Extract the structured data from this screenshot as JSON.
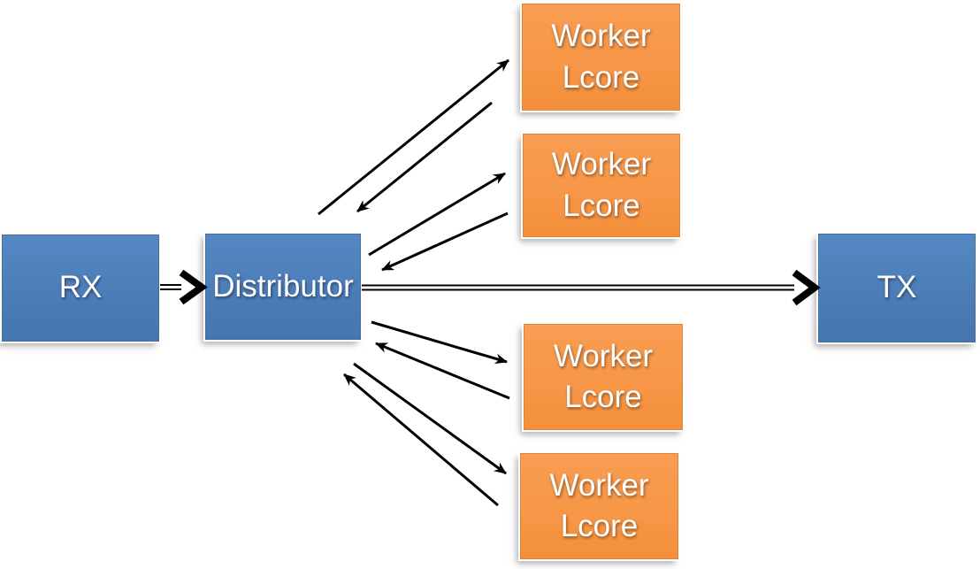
{
  "diagram": {
    "type": "flow-diagram",
    "nodes": {
      "rx": {
        "label": "RX"
      },
      "distributor": {
        "label": "Distributor"
      },
      "tx": {
        "label": "TX"
      }
    },
    "workers": [
      {
        "label": "Worker\nLcore"
      },
      {
        "label": "Worker\nLcore"
      },
      {
        "label": "Worker\nLcore"
      },
      {
        "label": "Worker\nLcore"
      }
    ],
    "edges": [
      {
        "from": "RX",
        "to": "Distributor",
        "style": "double-line-arrow",
        "direction": "one-way"
      },
      {
        "from": "Distributor",
        "to": "TX",
        "style": "double-line-arrow",
        "direction": "one-way"
      },
      {
        "from": "Distributor",
        "to": "Worker Lcore (top)",
        "style": "thin-arrow-pair",
        "direction": "two-way"
      },
      {
        "from": "Distributor",
        "to": "Worker Lcore (upper-middle)",
        "style": "thin-arrow-pair",
        "direction": "two-way"
      },
      {
        "from": "Distributor",
        "to": "Worker Lcore (lower-middle)",
        "style": "thin-arrow-pair",
        "direction": "two-way"
      },
      {
        "from": "Distributor",
        "to": "Worker Lcore (bottom)",
        "style": "thin-arrow-pair",
        "direction": "two-way"
      }
    ],
    "colors": {
      "process_box_fill": "#4f81bd",
      "worker_box_fill": "#f79646",
      "box_text": "#ffffff",
      "arrow": "#000000",
      "background": "#ffffff"
    }
  }
}
